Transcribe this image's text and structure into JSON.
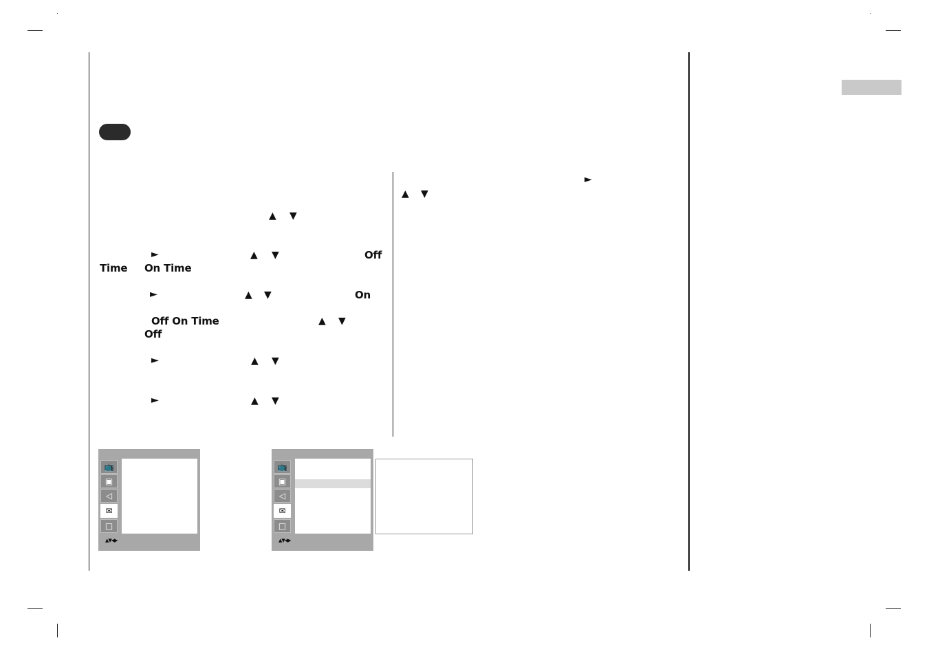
{
  "keywords": {
    "off_1": "Off",
    "time_1": "Time",
    "on_time_1": "On Time",
    "on_1": "On",
    "off_on_time": "Off On Time",
    "off_2": "Off"
  },
  "symbols": {
    "right": "►",
    "up": "▲",
    "down": "▼",
    "nav_keys": "▲▼◀▶"
  },
  "menu_icons": [
    "tv-icon",
    "picture-icon",
    "sound-icon",
    "time-icon",
    "special-icon"
  ],
  "colors": {
    "menu_frame": "#a8a8a8",
    "menu_selected": "#ffffff",
    "tab_gray": "#c9c9c9",
    "pill_dark": "#2b2b2b"
  }
}
